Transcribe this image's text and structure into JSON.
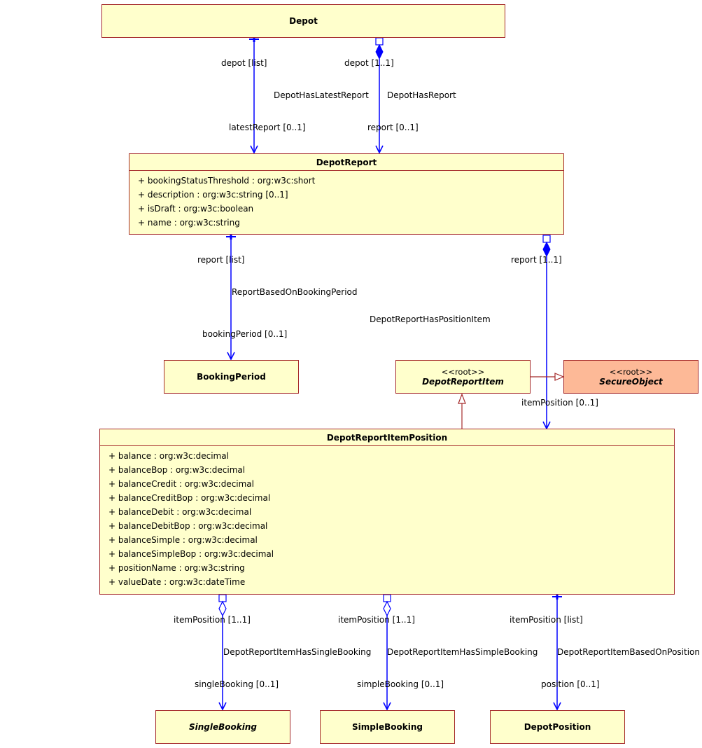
{
  "classes": {
    "depot": {
      "name": "Depot"
    },
    "depot_report": {
      "name": "DepotReport",
      "attributes": [
        "+ bookingStatusThreshold : org:w3c:short",
        "+ description : org:w3c:string [0..1]",
        "+ isDraft : org:w3c:boolean",
        "+ name : org:w3c:string"
      ]
    },
    "booking_period": {
      "name": "BookingPeriod"
    },
    "depot_report_item": {
      "stereotype": "<<root>>",
      "name": "DepotReportItem"
    },
    "secure_object": {
      "stereotype": "<<root>>",
      "name": "SecureObject"
    },
    "depot_report_item_position": {
      "name": "DepotReportItemPosition",
      "attributes": [
        "+ balance : org:w3c:decimal",
        "+ balanceBop : org:w3c:decimal",
        "+ balanceCredit : org:w3c:decimal",
        "+ balanceCreditBop : org:w3c:decimal",
        "+ balanceDebit : org:w3c:decimal",
        "+ balanceDebitBop : org:w3c:decimal",
        "+ balanceSimple : org:w3c:decimal",
        "+ balanceSimpleBop : org:w3c:decimal",
        "+ positionName : org:w3c:string",
        "+ valueDate : org:w3c:dateTime"
      ]
    },
    "single_booking": {
      "name": "SingleBooking"
    },
    "simple_booking": {
      "name": "SimpleBooking"
    },
    "depot_position": {
      "name": "DepotPosition"
    }
  },
  "associations": {
    "depot_has_latest_report": {
      "name": "DepotHasLatestReport",
      "source_role": "depot [list]",
      "target_role": "latestReport [0..1]"
    },
    "depot_has_report": {
      "name": "DepotHasReport",
      "source_role": "depot [1..1]",
      "target_role": "report [0..1]"
    },
    "report_based_on_booking_period": {
      "name": "ReportBasedOnBookingPeriod",
      "source_role": "report [list]",
      "target_role": "bookingPeriod [0..1]"
    },
    "depot_report_has_position_item": {
      "name": "DepotReportHasPositionItem",
      "source_role": "report [1..1]",
      "target_role": "itemPosition [0..1]"
    },
    "item_has_single_booking": {
      "name": "DepotReportItemHasSingleBooking",
      "source_role": "itemPosition [1..1]",
      "target_role": "singleBooking [0..1]"
    },
    "item_has_simple_booking": {
      "name": "DepotReportItemHasSimpleBooking",
      "source_role": "itemPosition [1..1]",
      "target_role": "simpleBooking [0..1]"
    },
    "item_based_on_position": {
      "name": "DepotReportItemBasedOnPosition",
      "source_role": "itemPosition [list]",
      "target_role": "position [0..1]"
    }
  },
  "colors": {
    "class_fill": "#ffffcc",
    "class_border": "#a52a2a",
    "root_fill": "#fdb997",
    "association_line": "#0000ff"
  }
}
